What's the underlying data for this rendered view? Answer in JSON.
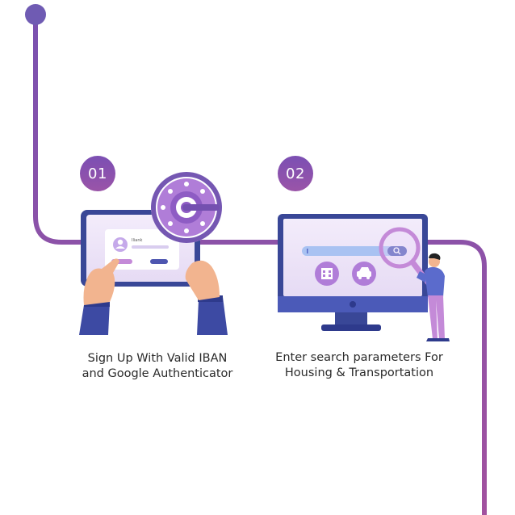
{
  "steps": [
    {
      "number": "01",
      "caption_line1": "Sign Up With Valid IBAN",
      "caption_line2": "and Google Authenticator",
      "icon": "tablet-sign-up-illustration",
      "login_card_label": "Iliank"
    },
    {
      "number": "02",
      "caption_line1": "Enter search parameters For",
      "caption_line2": "Housing & Transportation",
      "icon": "monitor-search-illustration"
    }
  ],
  "colors": {
    "timeline": "#9b4fa9",
    "badge": "#8152ad",
    "navy": "#38429a",
    "lavender": "#d8c6f0",
    "accent_purple": "#b67fd9"
  }
}
